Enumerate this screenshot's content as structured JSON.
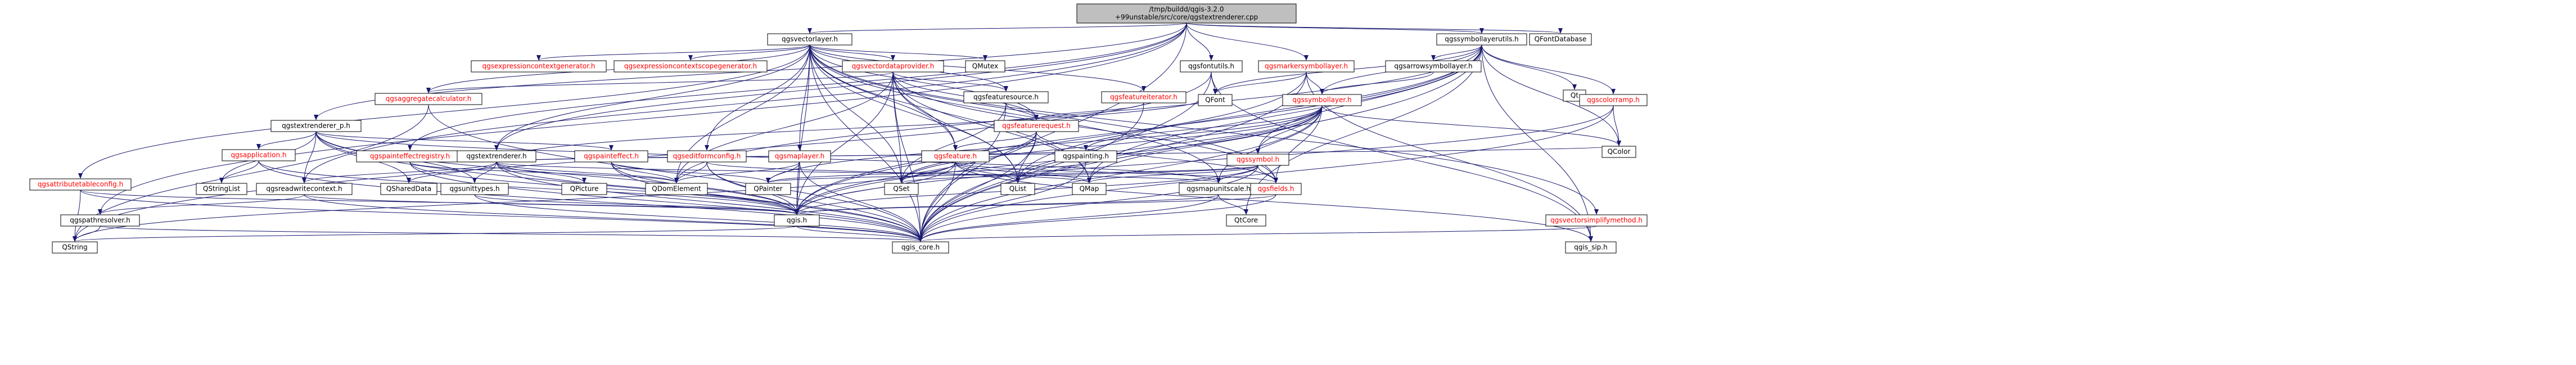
{
  "colors": {
    "root_fill": "#bfbfbf",
    "node_fill": "#ffffff",
    "node_border": "#000000",
    "doc_text": "#000000",
    "undoc_text": "#ff0000",
    "plain_text": "#000000",
    "edge": "#191970"
  },
  "nodes": [
    {
      "id": "root",
      "label": [
        "/tmp/buildd/qgis-3.2.0",
        "+99unstable/src/core/qgstextrenderer.cpp"
      ],
      "style": "root"
    },
    {
      "id": "vectorlayer",
      "label": [
        "qgsvectorlayer.h"
      ],
      "style": "doc"
    },
    {
      "id": "symbollayerutils",
      "label": [
        "qgssymbollayerutils.h"
      ],
      "style": "doc"
    },
    {
      "id": "fontdatabase",
      "label": [
        "QFontDatabase"
      ],
      "style": "plain"
    },
    {
      "id": "exprctxgen",
      "label": [
        "qgsexpressioncontextgenerator.h"
      ],
      "style": "undoc"
    },
    {
      "id": "exprscopegen",
      "label": [
        "qgsexpressioncontextscopegenerator.h"
      ],
      "style": "undoc"
    },
    {
      "id": "vectordataprovider",
      "label": [
        "qgsvectordataprovider.h"
      ],
      "style": "undoc"
    },
    {
      "id": "qmutex",
      "label": [
        "QMutex"
      ],
      "style": "plain"
    },
    {
      "id": "fontutils",
      "label": [
        "qgsfontutils.h"
      ],
      "style": "doc"
    },
    {
      "id": "markersymbollayer",
      "label": [
        "qgsmarkersymbollayer.h"
      ],
      "style": "undoc"
    },
    {
      "id": "arrowsymbollayer",
      "label": [
        "qgsarrowsymbollayer.h"
      ],
      "style": "doc"
    },
    {
      "id": "qt",
      "label": [
        "Qt"
      ],
      "style": "plain"
    },
    {
      "id": "aggregatecalc",
      "label": [
        "qgsaggregatecalculator.h"
      ],
      "style": "undoc"
    },
    {
      "id": "featuresource",
      "label": [
        "qgsfeaturesource.h"
      ],
      "style": "doc"
    },
    {
      "id": "featureiterator",
      "label": [
        "qgsfeatureiterator.h"
      ],
      "style": "undoc"
    },
    {
      "id": "qfont",
      "label": [
        "QFont"
      ],
      "style": "plain"
    },
    {
      "id": "symbollayer",
      "label": [
        "qgssymbollayer.h"
      ],
      "style": "undoc"
    },
    {
      "id": "colorramp",
      "label": [
        "qgscolorramp.h"
      ],
      "style": "undoc"
    },
    {
      "id": "textrenderer_p",
      "label": [
        "qgstextrenderer_p.h"
      ],
      "style": "doc"
    },
    {
      "id": "featurerequest",
      "label": [
        "qgsfeaturerequest.h"
      ],
      "style": "undoc"
    },
    {
      "id": "qcolor",
      "label": [
        "QColor"
      ],
      "style": "plain"
    },
    {
      "id": "application",
      "label": [
        "qgsapplication.h"
      ],
      "style": "undoc"
    },
    {
      "id": "painteffectregistry",
      "label": [
        "qgspainteffectregistry.h"
      ],
      "style": "undoc"
    },
    {
      "id": "textrenderer",
      "label": [
        "qgstextrenderer.h"
      ],
      "style": "doc"
    },
    {
      "id": "painteffect",
      "label": [
        "qgspainteffect.h"
      ],
      "style": "undoc"
    },
    {
      "id": "editformconfig",
      "label": [
        "qgseditformconfig.h"
      ],
      "style": "undoc"
    },
    {
      "id": "maplayer",
      "label": [
        "qgsmaplayer.h"
      ],
      "style": "undoc"
    },
    {
      "id": "feature",
      "label": [
        "qgsfeature.h"
      ],
      "style": "undoc"
    },
    {
      "id": "symbol",
      "label": [
        "qgssymbol.h"
      ],
      "style": "undoc"
    },
    {
      "id": "painting",
      "label": [
        "qgspainting.h"
      ],
      "style": "doc"
    },
    {
      "id": "attrtableconfig",
      "label": [
        "qgsattributetableconfig.h"
      ],
      "style": "undoc"
    },
    {
      "id": "qstringlist",
      "label": [
        "QStringList"
      ],
      "style": "plain"
    },
    {
      "id": "readwritecontext",
      "label": [
        "qgsreadwritecontext.h"
      ],
      "style": "doc"
    },
    {
      "id": "qshareddata",
      "label": [
        "QSharedData"
      ],
      "style": "plain"
    },
    {
      "id": "unittypes",
      "label": [
        "qgsunittypes.h"
      ],
      "style": "doc"
    },
    {
      "id": "qpicture",
      "label": [
        "QPicture"
      ],
      "style": "plain"
    },
    {
      "id": "qdomelement",
      "label": [
        "QDomElement"
      ],
      "style": "plain"
    },
    {
      "id": "qpainter",
      "label": [
        "QPainter"
      ],
      "style": "plain"
    },
    {
      "id": "qset",
      "label": [
        "QSet"
      ],
      "style": "plain"
    },
    {
      "id": "qlist",
      "label": [
        "QList"
      ],
      "style": "plain"
    },
    {
      "id": "qmap",
      "label": [
        "QMap"
      ],
      "style": "plain"
    },
    {
      "id": "mapunitscale",
      "label": [
        "qgsmapunitscale.h"
      ],
      "style": "doc"
    },
    {
      "id": "fields",
      "label": [
        "qgsfields.h"
      ],
      "style": "undoc"
    },
    {
      "id": "pathresolver",
      "label": [
        "qgspathresolver.h"
      ],
      "style": "doc"
    },
    {
      "id": "qgis",
      "label": [
        "qgis.h"
      ],
      "style": "doc"
    },
    {
      "id": "qcore",
      "label": [
        "QtCore"
      ],
      "style": "plain"
    },
    {
      "id": "vectorsimplify",
      "label": [
        "qgsvectorsimplifymethod.h"
      ],
      "style": "undoc"
    },
    {
      "id": "qstring",
      "label": [
        "QString"
      ],
      "style": "plain"
    },
    {
      "id": "qgiscore",
      "label": [
        "qgis_core.h"
      ],
      "style": "doc"
    },
    {
      "id": "qgissip",
      "label": [
        "qgis_sip.h"
      ],
      "style": "doc"
    }
  ],
  "edges": [
    [
      "root",
      "vectorlayer"
    ],
    [
      "root",
      "symbollayerutils"
    ],
    [
      "root",
      "fontdatabase"
    ],
    [
      "root",
      "textrenderer_p"
    ],
    [
      "root",
      "readwritecontext"
    ],
    [
      "root",
      "pathresolver"
    ],
    [
      "root",
      "qgiscore"
    ],
    [
      "root",
      "fontutils"
    ],
    [
      "root",
      "painteffectregistry"
    ],
    [
      "root",
      "textrenderer"
    ],
    [
      "root",
      "markersymbollayer"
    ],
    [
      "vectorlayer",
      "exprctxgen"
    ],
    [
      "vectorlayer",
      "exprscopegen"
    ],
    [
      "vectorlayer",
      "vectordataprovider"
    ],
    [
      "vectorlayer",
      "qmutex"
    ],
    [
      "vectorlayer",
      "aggregatecalc"
    ],
    [
      "vectorlayer",
      "featuresource"
    ],
    [
      "vectorlayer",
      "featureiterator"
    ],
    [
      "vectorlayer",
      "featurerequest"
    ],
    [
      "vectorlayer",
      "editformconfig"
    ],
    [
      "vectorlayer",
      "maplayer"
    ],
    [
      "vectorlayer",
      "feature"
    ],
    [
      "vectorlayer",
      "attrtableconfig"
    ],
    [
      "vectorlayer",
      "qset"
    ],
    [
      "vectorlayer",
      "qlist"
    ],
    [
      "vectorlayer",
      "qmap"
    ],
    [
      "vectorlayer",
      "fields"
    ],
    [
      "vectorlayer",
      "qgis"
    ],
    [
      "vectorlayer",
      "qgiscore"
    ],
    [
      "vectorlayer",
      "vectorsimplify"
    ],
    [
      "vectorlayer",
      "qdomelement"
    ],
    [
      "vectorlayer",
      "textrenderer"
    ],
    [
      "vectorlayer",
      "mapunitscale"
    ],
    [
      "symbollayerutils",
      "qt"
    ],
    [
      "symbollayerutils",
      "qfont"
    ],
    [
      "symbollayerutils",
      "qcolor"
    ],
    [
      "symbollayerutils",
      "colorramp"
    ],
    [
      "symbollayerutils",
      "symbollayer"
    ],
    [
      "symbollayerutils",
      "symbol"
    ],
    [
      "symbollayerutils",
      "qgiscore"
    ],
    [
      "symbollayerutils",
      "qgissip"
    ],
    [
      "symbollayerutils",
      "arrowsymbollayer"
    ],
    [
      "symbollayerutils",
      "qdomelement"
    ],
    [
      "symbollayerutils",
      "qmap"
    ],
    [
      "symbollayerutils",
      "qgis"
    ],
    [
      "symbollayerutils",
      "qcore"
    ],
    [
      "symbollayerutils",
      "qlist"
    ],
    [
      "vectordataprovider",
      "featuresource"
    ],
    [
      "vectordataprovider",
      "featurerequest"
    ],
    [
      "vectordataprovider",
      "feature"
    ],
    [
      "vectordataprovider",
      "qset"
    ],
    [
      "vectordataprovider",
      "qlist"
    ],
    [
      "vectordataprovider",
      "qmap"
    ],
    [
      "vectordataprovider",
      "qgis"
    ],
    [
      "vectordataprovider",
      "qgiscore"
    ],
    [
      "vectordataprovider",
      "fields"
    ],
    [
      "vectordataprovider",
      "aggregatecalc"
    ],
    [
      "vectordataprovider",
      "qdomelement"
    ],
    [
      "fontutils",
      "qfont"
    ],
    [
      "fontutils",
      "qstring"
    ],
    [
      "fontutils",
      "qgiscore"
    ],
    [
      "fontutils",
      "qgissip"
    ],
    [
      "markersymbollayer",
      "qfont"
    ],
    [
      "markersymbollayer",
      "symbollayer"
    ],
    [
      "markersymbollayer",
      "qgiscore"
    ],
    [
      "markersymbollayer",
      "qgis"
    ],
    [
      "markersymbollayer",
      "qgissip"
    ],
    [
      "arrowsymbollayer",
      "symbollayer"
    ],
    [
      "aggregatecalc",
      "qgiscore"
    ],
    [
      "aggregatecalc",
      "qstring"
    ],
    [
      "featuresource",
      "featurerequest"
    ],
    [
      "featuresource",
      "qgiscore"
    ],
    [
      "featuresource",
      "qset"
    ],
    [
      "featureiterator",
      "featurerequest"
    ],
    [
      "featureiterator",
      "qgiscore"
    ],
    [
      "symbollayer",
      "qcolor"
    ],
    [
      "symbollayer",
      "qmap"
    ],
    [
      "symbollayer",
      "qpainter"
    ],
    [
      "symbollayer",
      "symbol"
    ],
    [
      "symbollayer",
      "painting"
    ],
    [
      "symbollayer",
      "fields"
    ],
    [
      "symbollayer",
      "mapunitscale"
    ],
    [
      "symbollayer",
      "qgiscore"
    ],
    [
      "symbollayer",
      "qgis"
    ],
    [
      "symbollayer",
      "qlist"
    ],
    [
      "symbollayer",
      "qset"
    ],
    [
      "colorramp",
      "qcolor"
    ],
    [
      "colorramp",
      "qgis"
    ],
    [
      "colorramp",
      "qgiscore"
    ],
    [
      "textrenderer_p",
      "application"
    ],
    [
      "textrenderer_p",
      "qstringlist"
    ],
    [
      "textrenderer_p",
      "readwritecontext"
    ],
    [
      "textrenderer_p",
      "qshareddata"
    ],
    [
      "textrenderer_p",
      "unittypes"
    ],
    [
      "textrenderer_p",
      "mapunitscale"
    ],
    [
      "textrenderer_p",
      "painteffect"
    ],
    [
      "textrenderer_p",
      "qgis"
    ],
    [
      "textrenderer_p",
      "qgiscore"
    ],
    [
      "featurerequest",
      "qgis"
    ],
    [
      "featurerequest",
      "qgiscore"
    ],
    [
      "featurerequest",
      "feature"
    ],
    [
      "featurerequest",
      "qset"
    ],
    [
      "featurerequest",
      "qlist"
    ],
    [
      "featurerequest",
      "fields"
    ],
    [
      "application",
      "qstringlist"
    ],
    [
      "application",
      "qgiscore"
    ],
    [
      "application",
      "qgis"
    ],
    [
      "painteffectregistry",
      "qgiscore"
    ],
    [
      "painteffectregistry",
      "qgis"
    ],
    [
      "painteffectregistry",
      "qdomelement"
    ],
    [
      "textrenderer",
      "qgiscore"
    ],
    [
      "textrenderer",
      "qgis"
    ],
    [
      "textrenderer",
      "qpicture"
    ],
    [
      "textrenderer",
      "qdomelement"
    ],
    [
      "textrenderer",
      "qcolor"
    ],
    [
      "textrenderer",
      "qfont"
    ],
    [
      "textrenderer",
      "qshareddata"
    ],
    [
      "textrenderer",
      "unittypes"
    ],
    [
      "textrenderer",
      "mapunitscale"
    ],
    [
      "textrenderer",
      "readwritecontext"
    ],
    [
      "textrenderer",
      "painting"
    ],
    [
      "painteffect",
      "qgiscore"
    ],
    [
      "painteffect",
      "qgis"
    ],
    [
      "painteffect",
      "qpainter"
    ],
    [
      "painteffect",
      "qdomelement"
    ],
    [
      "editformconfig",
      "qgiscore"
    ],
    [
      "editformconfig",
      "qgis"
    ],
    [
      "editformconfig",
      "qmap"
    ],
    [
      "editformconfig",
      "qdomelement"
    ],
    [
      "maplayer",
      "qgiscore"
    ],
    [
      "maplayer",
      "qgis"
    ],
    [
      "maplayer",
      "qdomelement"
    ],
    [
      "maplayer",
      "qpainter"
    ],
    [
      "feature",
      "qgiscore"
    ],
    [
      "feature",
      "qgis"
    ],
    [
      "feature",
      "qmap"
    ],
    [
      "feature",
      "qset"
    ],
    [
      "feature",
      "qlist"
    ],
    [
      "feature",
      "fields"
    ],
    [
      "feature",
      "qstring"
    ],
    [
      "feature",
      "qgissip"
    ],
    [
      "symbol",
      "qgiscore"
    ],
    [
      "symbol",
      "qgis"
    ],
    [
      "symbol",
      "qmap"
    ],
    [
      "symbol",
      "mapunitscale"
    ],
    [
      "symbol",
      "fields"
    ],
    [
      "symbol",
      "qpainter"
    ],
    [
      "symbol",
      "qset"
    ],
    [
      "painting",
      "qgiscore"
    ],
    [
      "painting",
      "qpainter"
    ],
    [
      "attrtableconfig",
      "qstring"
    ],
    [
      "attrtableconfig",
      "qgiscore"
    ],
    [
      "attrtableconfig",
      "qgis"
    ],
    [
      "readwritecontext",
      "pathresolver"
    ],
    [
      "readwritecontext",
      "qgis"
    ],
    [
      "readwritecontext",
      "qgiscore"
    ],
    [
      "unittypes",
      "qgiscore"
    ],
    [
      "unittypes",
      "qgis"
    ],
    [
      "mapunitscale",
      "qgiscore"
    ],
    [
      "mapunitscale",
      "qgis"
    ],
    [
      "mapunitscale",
      "qcore"
    ],
    [
      "fields",
      "qgiscore"
    ],
    [
      "fields",
      "qgis"
    ],
    [
      "pathresolver",
      "qgiscore"
    ],
    [
      "pathresolver",
      "qstring"
    ],
    [
      "qgis",
      "qgiscore"
    ],
    [
      "qgis",
      "qstring"
    ],
    [
      "vectorsimplify",
      "qgiscore"
    ]
  ]
}
